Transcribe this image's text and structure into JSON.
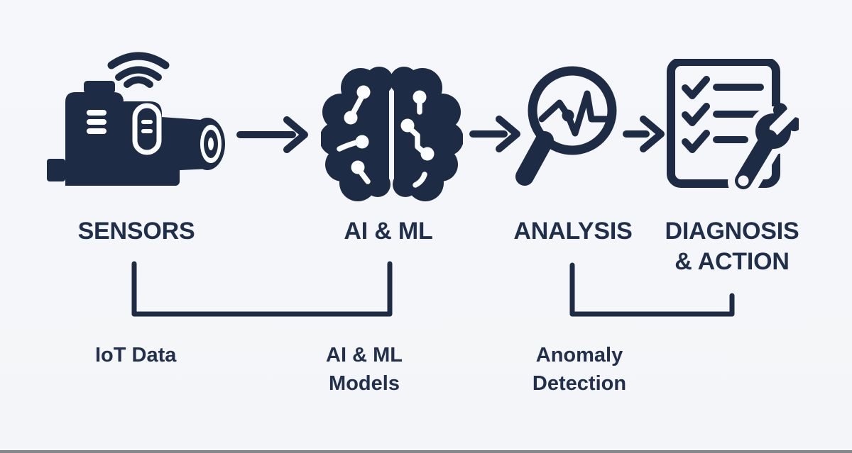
{
  "canvas": {
    "background": "#f5f6f9",
    "accent": "#1d2b45",
    "text_color": "#1f2e4b",
    "bottom_bar_color": "#85878b"
  },
  "stages": [
    {
      "label": "SENSORS",
      "icon": "iot-machine-wifi-icon"
    },
    {
      "label": "AI & ML",
      "icon": "ai-brain-circuit-icon"
    },
    {
      "label": "ANALYSIS",
      "icon": "magnifier-waveform-icon"
    },
    {
      "label": "DIAGNOSIS\n& ACTION",
      "icon": "checklist-wrench-icon"
    }
  ],
  "connectors": {
    "arrow_icon": "right-arrow-icon",
    "arrow_count": 3
  },
  "annotations": [
    {
      "label": "IoT Data"
    },
    {
      "label": "AI & ML\nModels"
    },
    {
      "label": "Anomaly\nDetection"
    }
  ]
}
